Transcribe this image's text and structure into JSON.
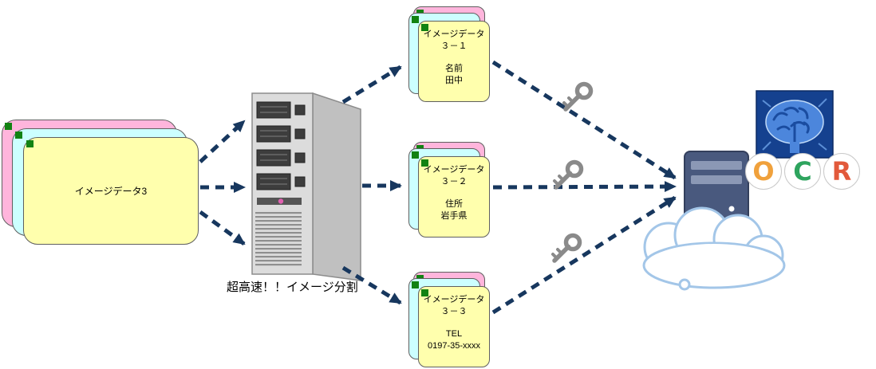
{
  "source_stack": {
    "label": "イメージデータ3"
  },
  "splitter": {
    "caption": "超高速！！イメージ分割"
  },
  "split_cards": [
    {
      "title": "イメージデータ",
      "number": "３－１",
      "field": "名前",
      "value": "田中"
    },
    {
      "title": "イメージデータ",
      "number": "３－２",
      "field": "住所",
      "value": "岩手県"
    },
    {
      "title": "イメージデータ",
      "number": "３－３",
      "field": "TEL",
      "value": "0197-35-xxxx"
    }
  ],
  "ocr": {
    "letters": [
      "O",
      "C",
      "R"
    ]
  },
  "colors": {
    "card_pink": "#FFB5DC",
    "card_cyan": "#CCFFFF",
    "card_yellow": "#FFFFAD",
    "marker_green": "#128212",
    "arrow_navy": "#17375E",
    "key_gray": "#8A8A8A",
    "ocr_o": "#F0A13C",
    "ocr_c": "#2EA45E",
    "ocr_r": "#E2593B",
    "cloud_stroke": "#A3C6E8",
    "cloud_server": "#49597E",
    "brain_bg": "#15418F"
  }
}
